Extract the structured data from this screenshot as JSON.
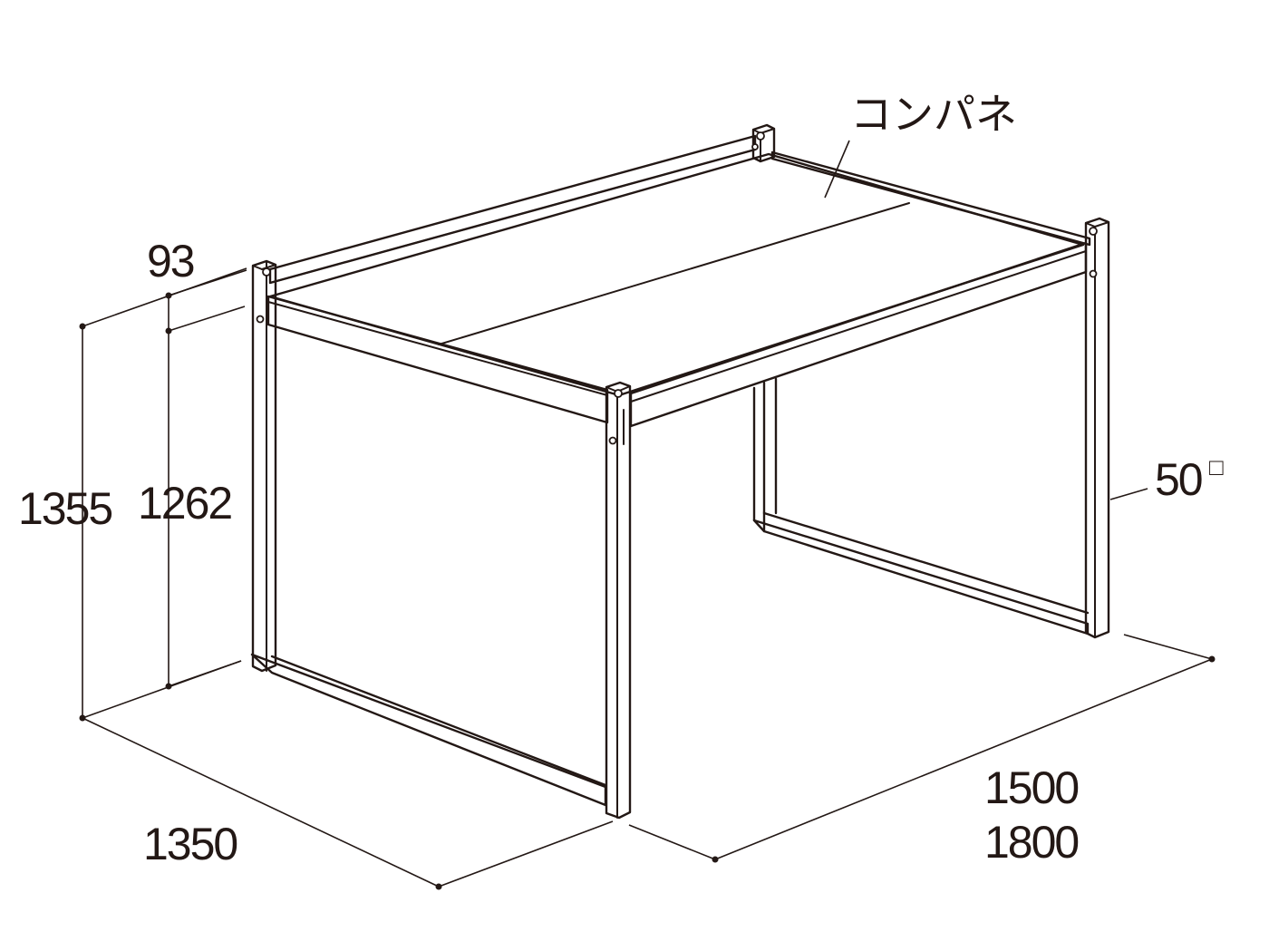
{
  "panel_label": "コンパネ",
  "dimensions": {
    "depth": "1350",
    "width_a": "1500",
    "width_b": "1800",
    "total_height": "1355",
    "post_height": "1262",
    "top_offset": "93",
    "post_size": "50",
    "post_size_mark": "□"
  }
}
